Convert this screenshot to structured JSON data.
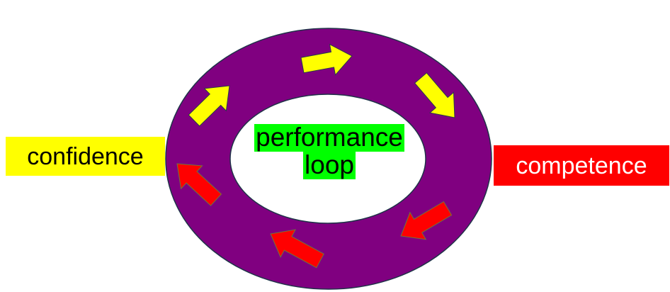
{
  "diagram": {
    "title": "performance loop",
    "center_label_lines": [
      "performance",
      "loop"
    ],
    "left_label": "confidence",
    "right_label": "competence"
  },
  "colors": {
    "ring": "#800080",
    "ring_stroke": "#1f3349",
    "inner": "#ffffff",
    "confidence_bg": "#ffff00",
    "confidence_text": "#000000",
    "competence_bg": "#ff0000",
    "competence_text": "#ffffff",
    "center_bg": "#00ff00",
    "center_text": "#000000",
    "growth_arrow": "#ffff00",
    "decline_arrow": "#ff0000"
  },
  "arrows": [
    {
      "name": "yellow-arrow-upper-left",
      "direction": "up-right",
      "group": "growth"
    },
    {
      "name": "yellow-arrow-top",
      "direction": "right",
      "group": "growth"
    },
    {
      "name": "yellow-arrow-upper-right",
      "direction": "down-right",
      "group": "growth"
    },
    {
      "name": "red-arrow-lower-right",
      "direction": "down-left",
      "group": "decline"
    },
    {
      "name": "red-arrow-bottom",
      "direction": "up-left",
      "group": "decline"
    },
    {
      "name": "red-arrow-left",
      "direction": "up-left",
      "group": "decline"
    }
  ]
}
